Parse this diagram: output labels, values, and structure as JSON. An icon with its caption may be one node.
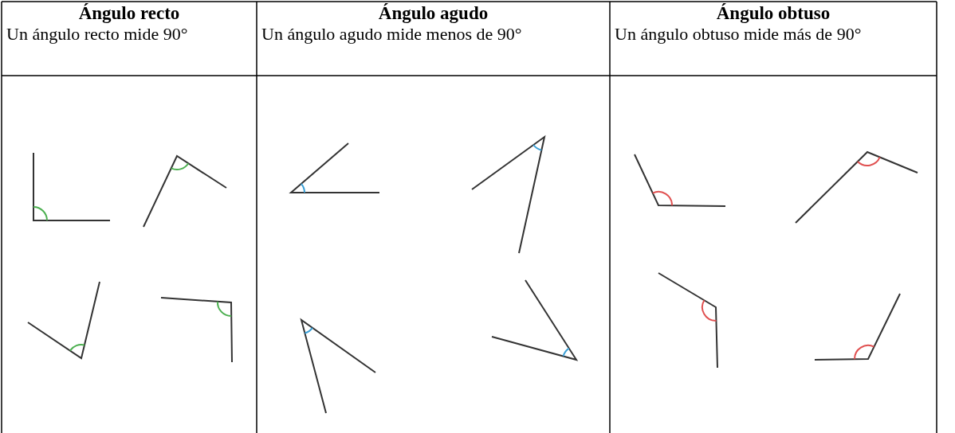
{
  "diagram": {
    "labels": [
      "Ángulo recto",
      "Un ángulo recto mide 90°",
      "Ángulo agudo",
      "Un ángulo agudo mide menos de 90°",
      "Ángulo obtuso",
      "Un ángulo obtuso mide más de 90°"
    ]
  }
}
